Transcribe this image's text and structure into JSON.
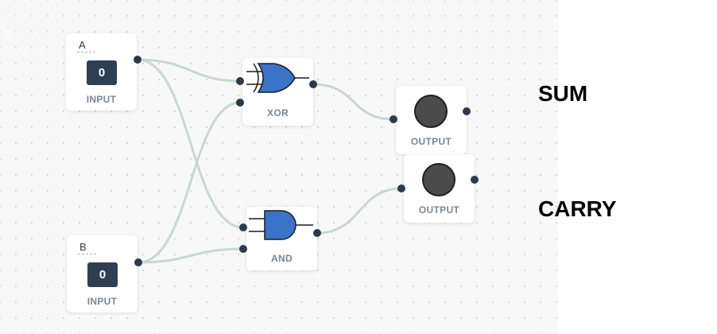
{
  "nodes": {
    "input_a": {
      "name": "A",
      "value": "0",
      "label": "INPUT"
    },
    "input_b": {
      "name": "B",
      "value": "0",
      "label": "INPUT"
    },
    "xor_gate": {
      "label": "XOR",
      "icon": "xor-gate-icon",
      "color": "#3b73c9"
    },
    "and_gate": {
      "label": "AND",
      "icon": "and-gate-icon",
      "color": "#3b73c9"
    },
    "output_sum": {
      "label": "OUTPUT",
      "state": "off"
    },
    "output_carry": {
      "label": "OUTPUT",
      "state": "off"
    }
  },
  "annotations": {
    "sum": "SUM",
    "carry": "CARRY"
  },
  "colors": {
    "wire": "#c8d8d0",
    "port": "#2d3a48",
    "value_box": "#2e3f52",
    "lamp_off": "#4b4b4b"
  }
}
